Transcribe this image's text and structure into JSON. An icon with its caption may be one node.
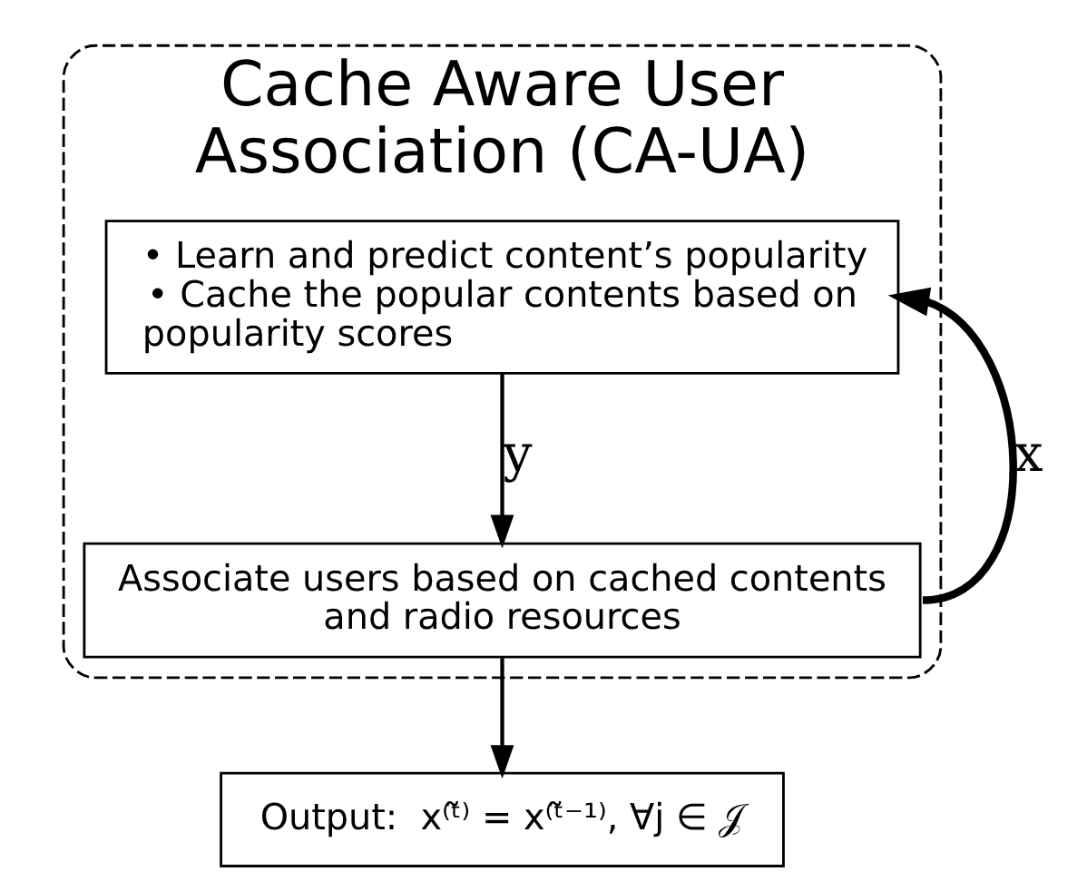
{
  "diagram": {
    "nodes": [
      {
        "text": [
          "Cache Aware User Association (CA-UA)"
        ]
      },
      {
        "text": [
          "• Learn and predict content’s popularity",
          "• Cache the popular contents based on popularity scores"
        ],
        "in": 0
      },
      {
        "text": [
          "Associate users based on cached contents and radio resources"
        ],
        "in": 0
      },
      {
        "text": [
          "Output:  x⁽ᵗ̃⁾ = x⁽ᵗ̃⁻¹⁾, ∀j ∈ 𝒥"
        ]
      }
    ],
    "edges": [
      {
        "from": 1,
        "to": 2,
        "arrow": "to",
        "label": "y"
      },
      {
        "from": 2,
        "to": 1,
        "arrow": "to",
        "label": "x",
        "style": "thick"
      },
      {
        "from": 2,
        "to": 3,
        "arrow": "to"
      }
    ]
  }
}
